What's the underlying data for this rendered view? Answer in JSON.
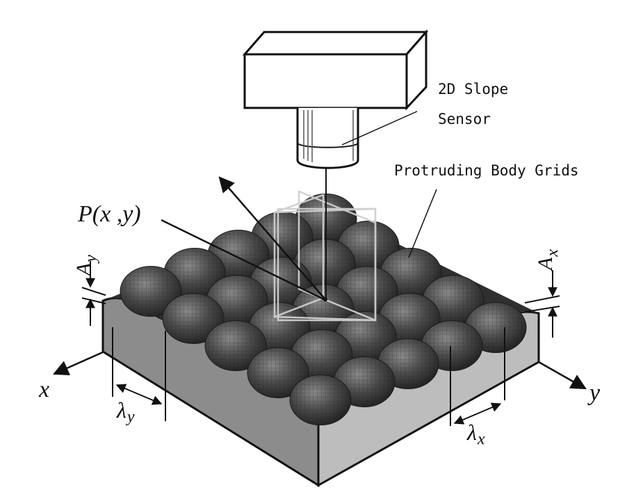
{
  "labels": {
    "sensor_line1": "2D Slope",
    "sensor_line2": "Sensor",
    "grids": "Protruding Body Grids",
    "point_P": "P",
    "point_args": "(x ,y)",
    "A_y_main": "A",
    "A_y_sub": "y",
    "A_x_main": "A",
    "A_x_sub": "x",
    "lambda_y_main": "λ",
    "lambda_y_sub": "y",
    "lambda_x_main": "λ",
    "lambda_x_sub": "x",
    "axis_x": "x",
    "axis_y": "y"
  },
  "colors": {
    "ink": "#111111",
    "side_left": "#8c8c8c",
    "side_front": "#b8b8b8",
    "bump_dark": "#3c3c3c",
    "bump_light": "#8a8a8a",
    "plane": "#bdbdbd"
  }
}
